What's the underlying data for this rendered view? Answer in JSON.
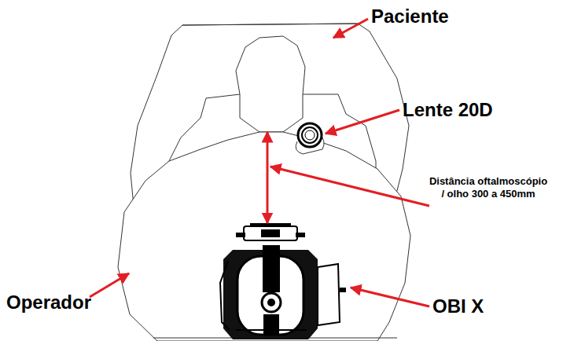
{
  "diagram": {
    "labels": [
      "Paciente",
      "Lente 20D",
      "Distância oftalmoscópio / olho 300 a 450mm",
      "Operador",
      "OBI X"
    ]
  }
}
